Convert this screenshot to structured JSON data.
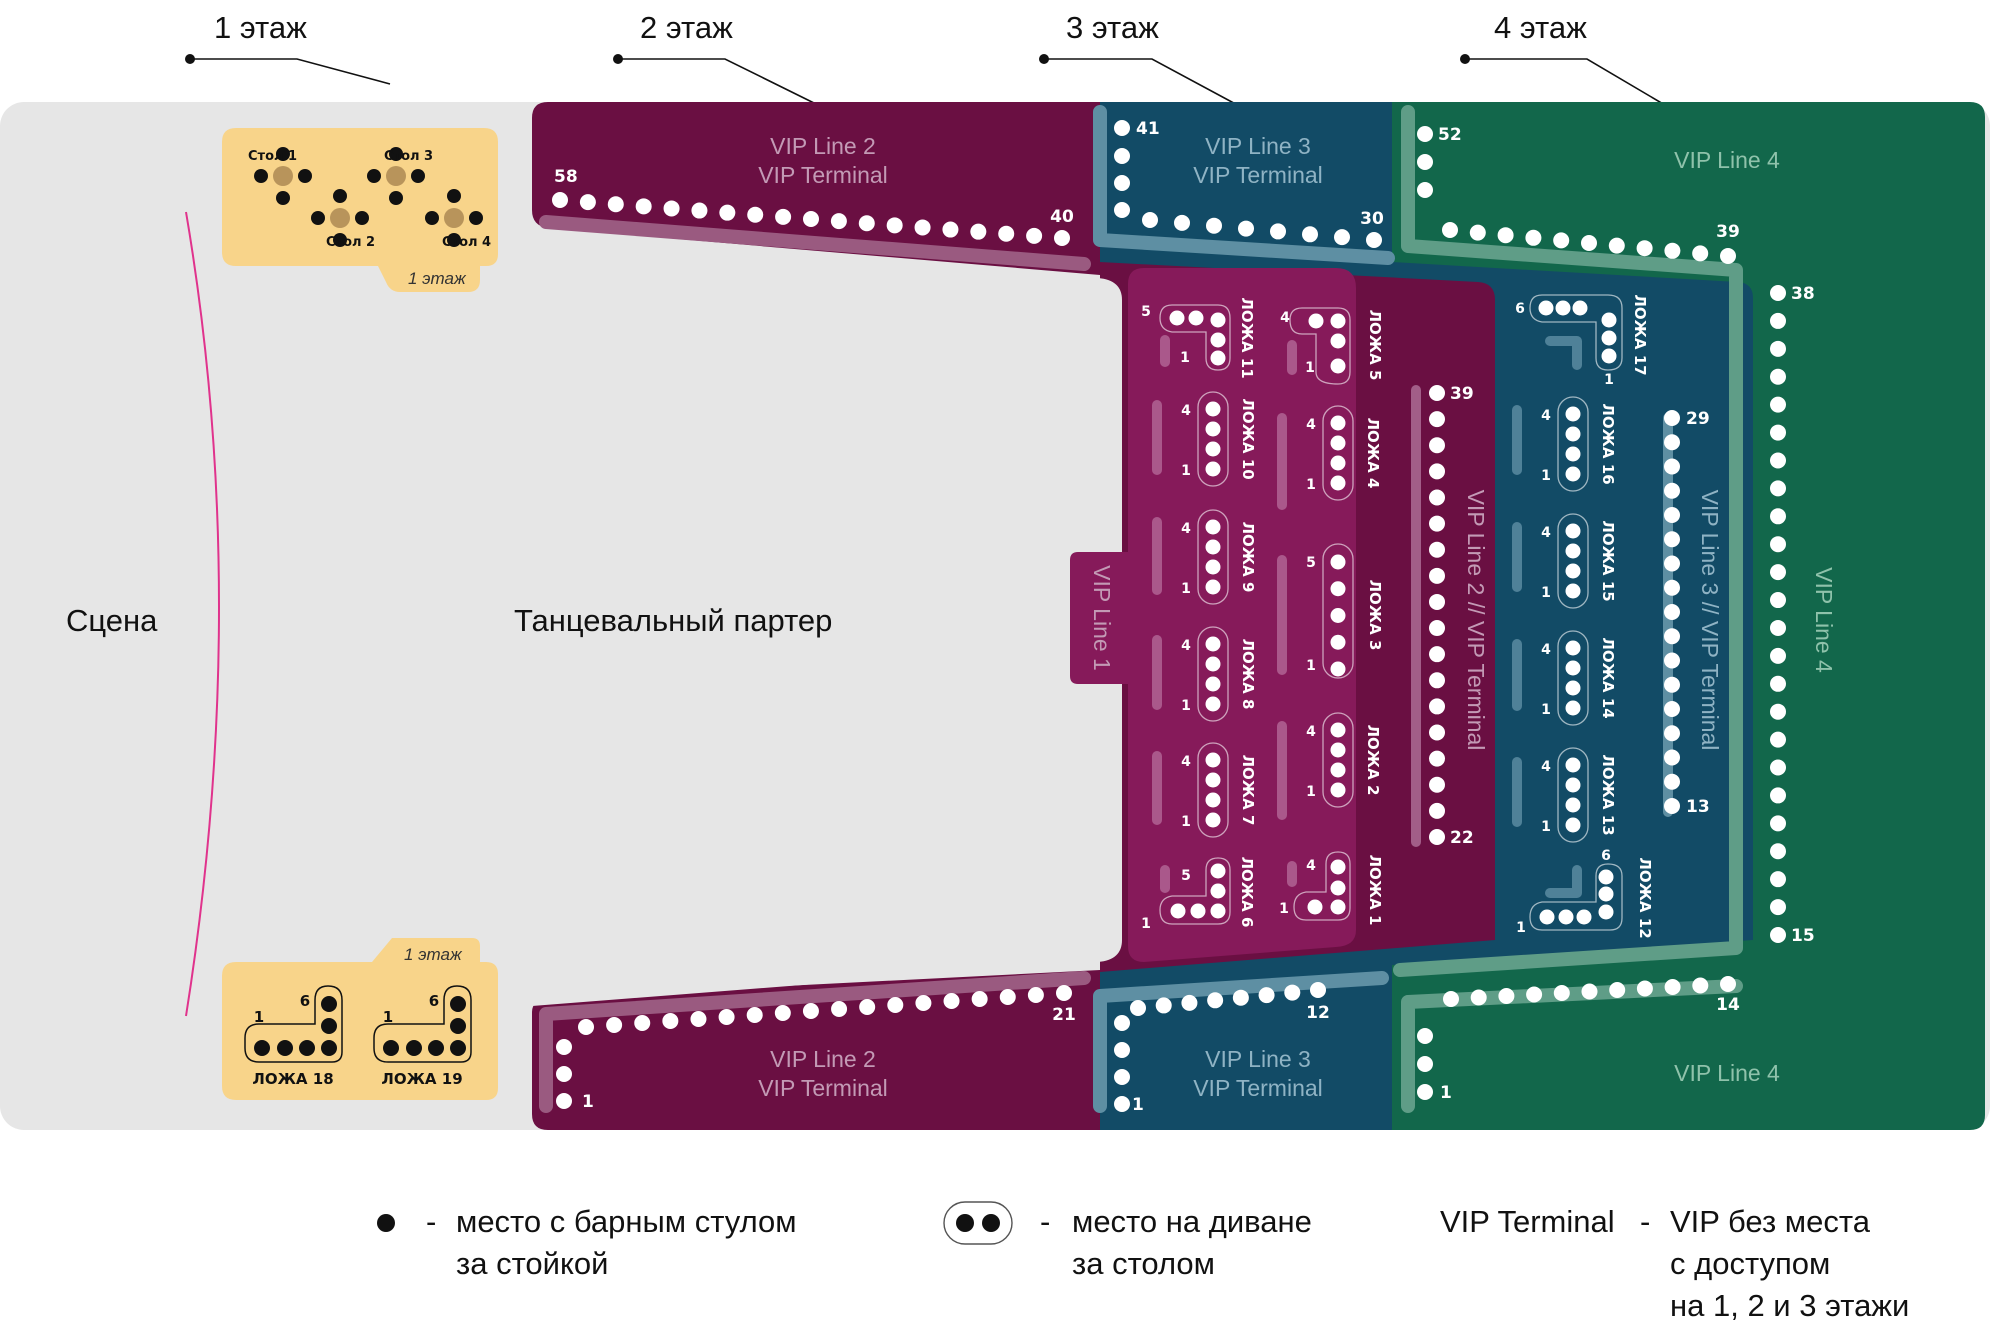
{
  "floors": [
    {
      "label": "1 этаж"
    },
    {
      "label": "2 этаж"
    },
    {
      "label": "3 этаж"
    },
    {
      "label": "4 этаж"
    }
  ],
  "areas": {
    "stage": "Сцена",
    "dancefloor": "Танцевальный партер",
    "vip_line_1": "VIP Line 1",
    "vip_line_2": "VIP Line 2",
    "vip_terminal": "VIP Terminal",
    "vip_line_3": "VIP Line 3",
    "vip_line_4": "VIP Line 4",
    "vip_line_2_side": "VIP Line 2 // VIP Terminal",
    "vip_line_3_side": "VIP Line 3 // VIP Terminal"
  },
  "colors": {
    "floor_gray": "#e6e6e6",
    "vip2_dark": "#6a0f42",
    "vip2_light": "#861a5a",
    "vip3": "#124b66",
    "vip4": "#12674b",
    "yellow": "#f8d48a",
    "stage_arc": "#e0338c"
  },
  "ground_floor": {
    "floor_tag": "1 этаж",
    "tables": [
      "Стол 1",
      "Стол 2",
      "Стол 3",
      "Стол 4"
    ],
    "loges": [
      {
        "name": "ЛОЖА 18",
        "first": "1",
        "last": "6",
        "seats": 6
      },
      {
        "name": "ЛОЖА 19",
        "first": "1",
        "last": "6",
        "seats": 6
      }
    ]
  },
  "vip2": {
    "top_row": {
      "first": "58",
      "last": "40",
      "seats": 19
    },
    "bottom_row": {
      "first": "1",
      "last": "21",
      "seats": 21
    },
    "side_row": {
      "first": "39",
      "last": "22",
      "seats": 18
    },
    "loges": [
      {
        "name": "ЛОЖА 11",
        "first": "1",
        "last": "5",
        "seats": 5
      },
      {
        "name": "ЛОЖА 10",
        "first": "1",
        "last": "4",
        "seats": 4
      },
      {
        "name": "ЛОЖА 9",
        "first": "1",
        "last": "4",
        "seats": 4
      },
      {
        "name": "ЛОЖА 8",
        "first": "1",
        "last": "4",
        "seats": 4
      },
      {
        "name": "ЛОЖА 7",
        "first": "1",
        "last": "4",
        "seats": 4
      },
      {
        "name": "ЛОЖА 6",
        "first": "1",
        "last": "5",
        "seats": 5
      },
      {
        "name": "ЛОЖА 5",
        "first": "1",
        "last": "4",
        "seats": 4
      },
      {
        "name": "ЛОЖА 4",
        "first": "1",
        "last": "4",
        "seats": 4
      },
      {
        "name": "ЛОЖА 3",
        "first": "1",
        "last": "5",
        "seats": 5
      },
      {
        "name": "ЛОЖА 2",
        "first": "1",
        "last": "4",
        "seats": 4
      },
      {
        "name": "ЛОЖА 1",
        "first": "1",
        "last": "4",
        "seats": 4
      }
    ]
  },
  "vip3": {
    "top_row": {
      "first": "41",
      "last": "30",
      "seats": 12
    },
    "bottom_row": {
      "first": "1",
      "last": "12",
      "seats": 12
    },
    "side_row": {
      "first": "29",
      "last": "13",
      "seats": 17
    },
    "loges": [
      {
        "name": "ЛОЖА 17",
        "first": "1",
        "last": "6",
        "seats": 6
      },
      {
        "name": "ЛОЖА 16",
        "first": "1",
        "last": "4",
        "seats": 4
      },
      {
        "name": "ЛОЖА 15",
        "first": "1",
        "last": "4",
        "seats": 4
      },
      {
        "name": "ЛОЖА 14",
        "first": "1",
        "last": "4",
        "seats": 4
      },
      {
        "name": "ЛОЖА 13",
        "first": "1",
        "last": "4",
        "seats": 4
      },
      {
        "name": "ЛОЖА 12",
        "first": "1",
        "last": "6",
        "seats": 6
      }
    ]
  },
  "vip4": {
    "top_row": {
      "first": "52",
      "last": "39",
      "seats": 14
    },
    "bottom_row": {
      "first": "1",
      "last": "14",
      "seats": 14
    },
    "side_row": {
      "first": "38",
      "last": "15",
      "seats": 24
    }
  },
  "legend": [
    {
      "symbol": "bar-stool-seat",
      "dash": "-",
      "lines": [
        "место с барным стулом",
        "за стойкой"
      ]
    },
    {
      "symbol": "sofa-seat",
      "dash": "-",
      "lines": [
        "место на диване",
        "за столом"
      ]
    },
    {
      "symbol": "VIP Terminal",
      "dash": "-",
      "lines": [
        "VIP без места",
        "с доступом",
        "на 1, 2 и 3 этажи"
      ]
    }
  ]
}
